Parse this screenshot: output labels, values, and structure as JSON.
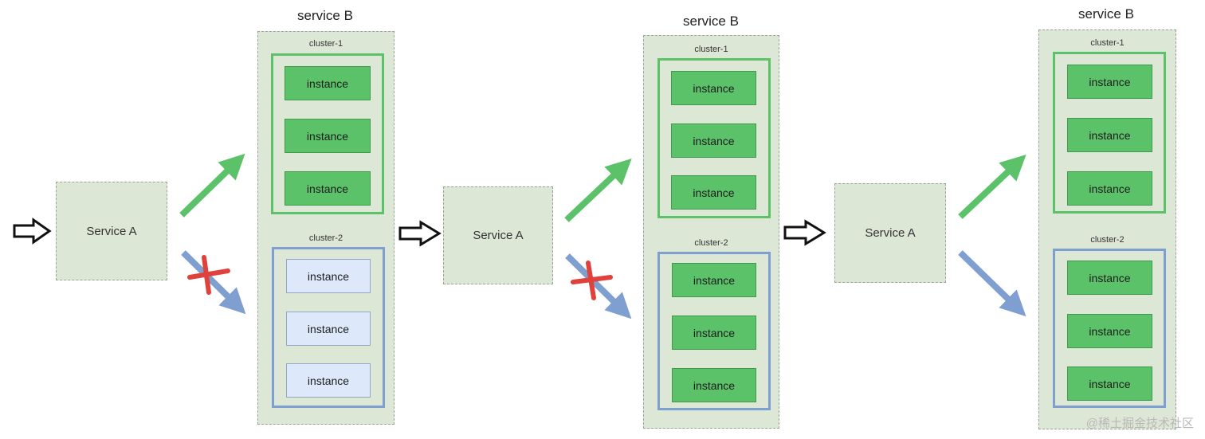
{
  "panels": [
    {
      "service_a": "Service A",
      "service_b": "service B",
      "cluster_1": {
        "label": "cluster-1",
        "instances": [
          "instance",
          "instance",
          "instance"
        ],
        "state": "on"
      },
      "cluster_2": {
        "label": "cluster-2",
        "instances": [
          "instance",
          "instance",
          "instance"
        ],
        "state": "off"
      },
      "route_to_cluster_2_blocked": true
    },
    {
      "service_a": "Service A",
      "service_b": "service B",
      "cluster_1": {
        "label": "cluster-1",
        "instances": [
          "instance",
          "instance",
          "instance"
        ],
        "state": "on"
      },
      "cluster_2": {
        "label": "cluster-2",
        "instances": [
          "instance",
          "instance",
          "instance"
        ],
        "state": "on"
      },
      "route_to_cluster_2_blocked": true
    },
    {
      "service_a": "Service A",
      "service_b": "service B",
      "cluster_1": {
        "label": "cluster-1",
        "instances": [
          "instance",
          "instance",
          "instance"
        ],
        "state": "on"
      },
      "cluster_2": {
        "label": "cluster-2",
        "instances": [
          "instance",
          "instance",
          "instance"
        ],
        "state": "on"
      },
      "route_to_cluster_2_blocked": false
    }
  ],
  "colors": {
    "green_arrow": "#5cc26a",
    "blue_arrow": "#7f9fd0",
    "block_mark": "#e0413a"
  },
  "watermark": "@稀土掘金技术社区"
}
